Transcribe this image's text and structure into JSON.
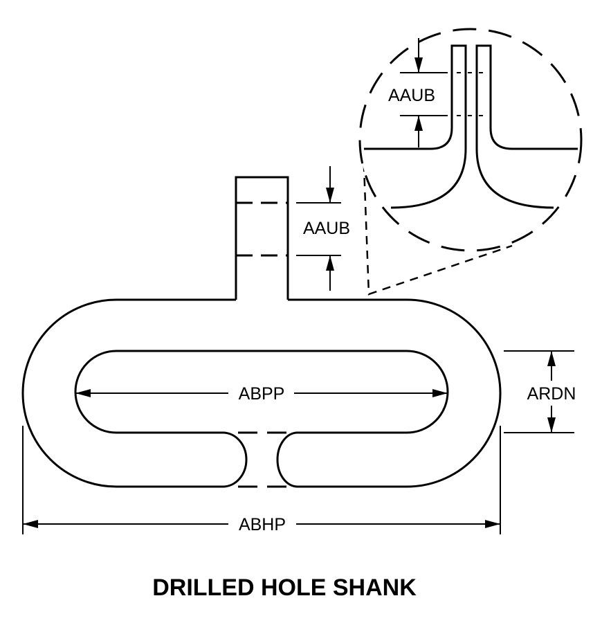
{
  "title": "DRILLED HOLE SHANK",
  "labels": {
    "tab_height": "AAUB",
    "detail_tab_height": "AAUB",
    "inner_length": "ABPP",
    "inner_width": "ARDN",
    "overall_length": "ABHP"
  }
}
